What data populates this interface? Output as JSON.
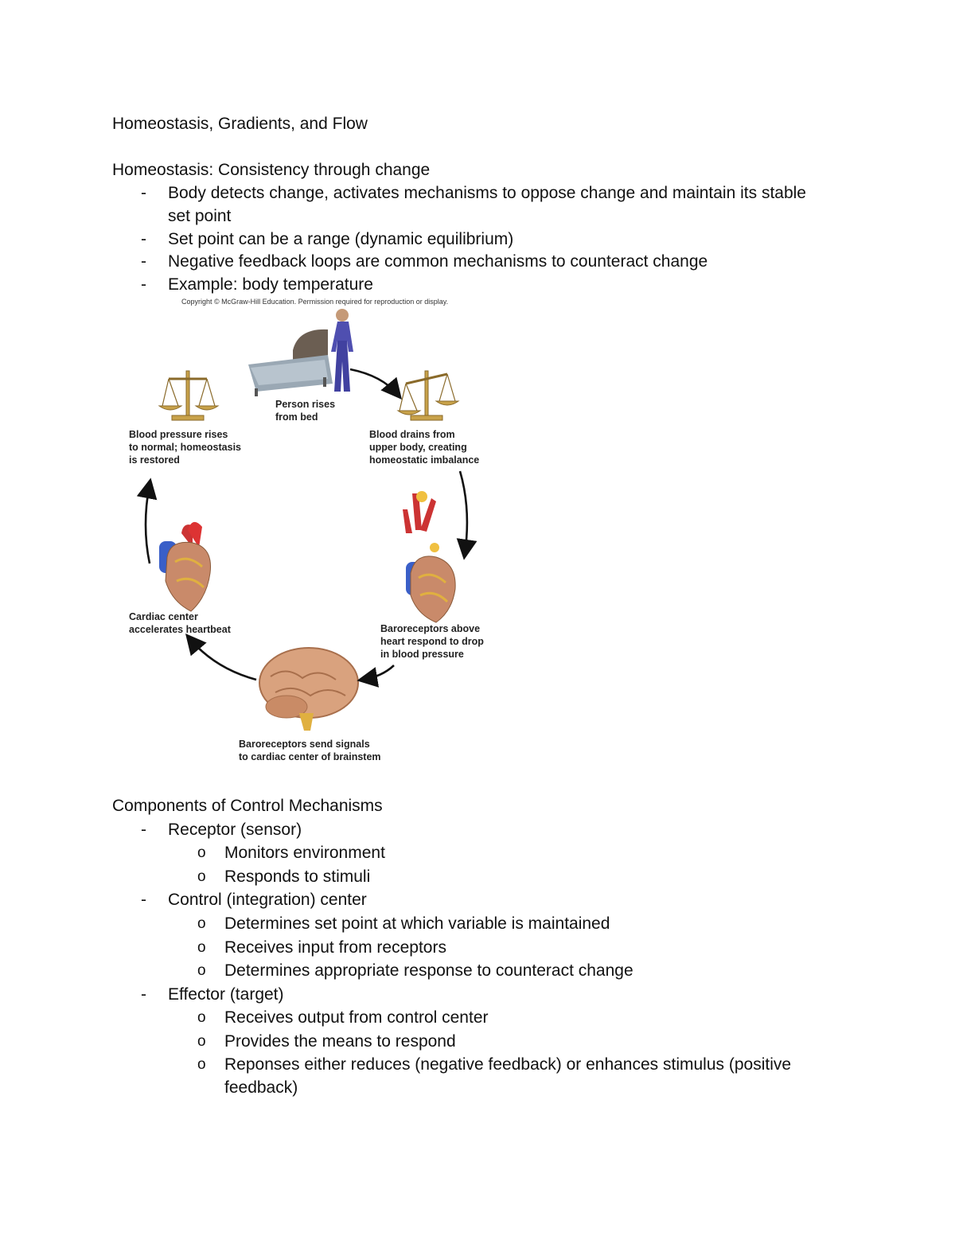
{
  "doc": {
    "title": "Homeostasis, Gradients, and Flow",
    "section1": {
      "heading": "Homeostasis: Consistency through change",
      "bullets": [
        "Body detects change, activates mechanisms to oppose change and maintain its stable",
        "set point",
        "Set point can be a range (dynamic equilibrium)",
        "Negative feedback loops are common mechanisms to counteract change",
        "Example: body temperature"
      ]
    },
    "figure": {
      "copyright": "Copyright © McGraw-Hill Education. Permission required for reproduction or display.",
      "captions": {
        "person": "Person rises\nfrom bed",
        "drain": "Blood drains from\nupper body, creating\nhomeostatic imbalance",
        "restored": "Blood pressure rises\nto normal; homeostasis\nis restored",
        "cardiac": "Cardiac center\naccelerates heartbeat",
        "baro": "Baroreceptors above\nheart respond to drop\nin blood pressure",
        "signals": "Baroreceptors send signals\nto cardiac center of brainstem"
      }
    },
    "section2": {
      "heading": "Components of Control Mechanisms",
      "items": [
        {
          "label": "Receptor (sensor)",
          "subs": [
            "Monitors environment",
            "Responds to stimuli"
          ]
        },
        {
          "label": "Control (integration) center",
          "subs": [
            "Determines set point at which variable is maintained",
            "Receives input from receptors",
            "Determines appropriate response to counteract change"
          ]
        },
        {
          "label": "Effector (target)",
          "subs": [
            "Receives output from control center",
            "Provides the means to respond",
            "Reponses either reduces (negative feedback) or enhances stimulus (positive",
            "feedback)"
          ]
        }
      ]
    },
    "markers": {
      "dash": "-",
      "circle": "o"
    }
  }
}
